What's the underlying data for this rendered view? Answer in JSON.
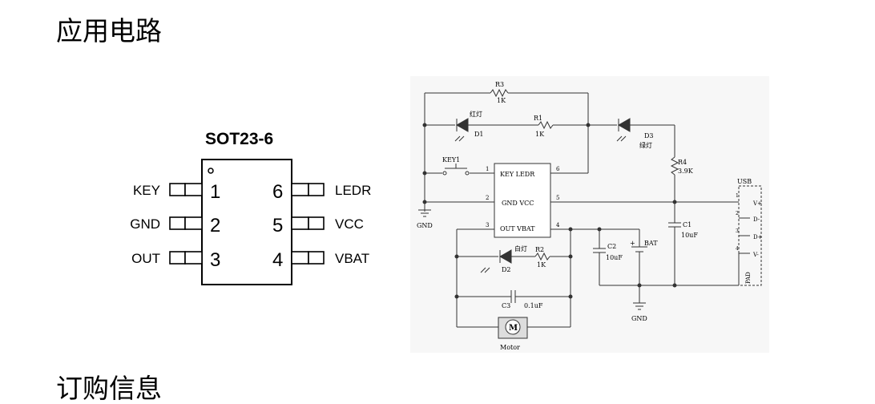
{
  "headings": {
    "section1": "应用电路",
    "section2": "订购信息"
  },
  "package": {
    "name": "SOT23-6",
    "pins": [
      {
        "num": "1",
        "label": "KEY"
      },
      {
        "num": "2",
        "label": "GND"
      },
      {
        "num": "3",
        "label": "OUT"
      },
      {
        "num": "6",
        "label": "LEDR"
      },
      {
        "num": "5",
        "label": "VCC"
      },
      {
        "num": "4",
        "label": "VBAT"
      }
    ]
  },
  "schematic": {
    "r3": "R3",
    "r3_val": "1K",
    "r1": "R1",
    "r1_val": "1K",
    "d1_color": "红灯",
    "d1": "D1",
    "d3": "D3",
    "d3_color": "绿灯",
    "r4": "R4",
    "r4_val": "3.9K",
    "key1": "KEY1",
    "ic_row1": "KEY LEDR",
    "ic_row2": "GND  VCC",
    "ic_row3": "OUT VBAT",
    "pin1": "1",
    "pin2": "2",
    "pin3": "3",
    "pin4": "4",
    "pin5": "5",
    "pin6": "6",
    "gnd_left": "GND",
    "gnd_bottom": "GND",
    "usb": "USB",
    "usb_pins": [
      "V+",
      "D-",
      "D+",
      "V-"
    ],
    "usb_nums": [
      "1",
      "2",
      "3",
      "4"
    ],
    "pad": "PAD",
    "c1": "C1",
    "c1_val": "10uF",
    "c2": "C2",
    "c2_val": "10uF",
    "bat": "BAT",
    "d2_color": "白灯",
    "d2": "D2",
    "r2": "R2",
    "r2_val": "1K",
    "c3": "C3",
    "c3_val": "0.1uF",
    "motor": "Motor",
    "motor_symbol": "M"
  }
}
